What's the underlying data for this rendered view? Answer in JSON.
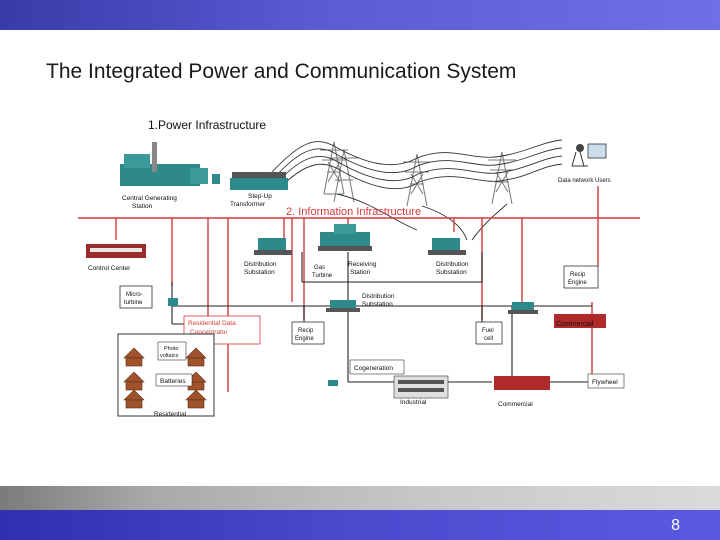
{
  "slide": {
    "title": "The Integrated Power and Communication System",
    "page_number": "8"
  },
  "diagram": {
    "section_power": "1.Power Infrastructure",
    "section_info": "2. Information Infrastructure",
    "labels": {
      "central_station_1": "Central Generating",
      "central_station_2": "Station",
      "stepup_1": "Step-Up",
      "stepup_2": "Transformer",
      "data_users": "Data network Users",
      "control_center": "Control Center",
      "dist_sub_left_1": "Distribution",
      "dist_sub_left_2": "Substation",
      "gas_turbine_1": "Gas",
      "gas_turbine_2": "Turbine",
      "receiving_1": "Receiving",
      "receiving_2": "Station",
      "dist_sub_right_1": "Distribution",
      "dist_sub_right_2": "Substation",
      "recip_right_1": "Recip",
      "recip_right_2": "Engine",
      "micro_turbine_1": "Micro-",
      "micro_turbine_2": "turbine",
      "dist_sub_mid_1": "Distribution",
      "dist_sub_mid_2": "Substation",
      "res_data_1": "Residential Data",
      "res_data_2": "Concentrator",
      "recip_mid_1": "Recip",
      "recip_mid_2": "Engine",
      "fuel_cell_1": "Fuel",
      "fuel_cell_2": "cell",
      "commercial_top": "Commercial",
      "photovoltaics_1": "Photo",
      "photovoltaics_2": "voltaics",
      "batteries": "Batteries",
      "cogeneration": "Cogeneration",
      "flywheel": "Flywheel",
      "industrial": "Industrial",
      "commercial_bottom": "Commercial",
      "residential": "Residential"
    }
  },
  "colors": {
    "top_band": "#4a4ac0",
    "bottom_band": "#3d3dc4",
    "info_line": "#d23a3a",
    "power_line": "#222222",
    "equipment": "#2e8a8a"
  }
}
